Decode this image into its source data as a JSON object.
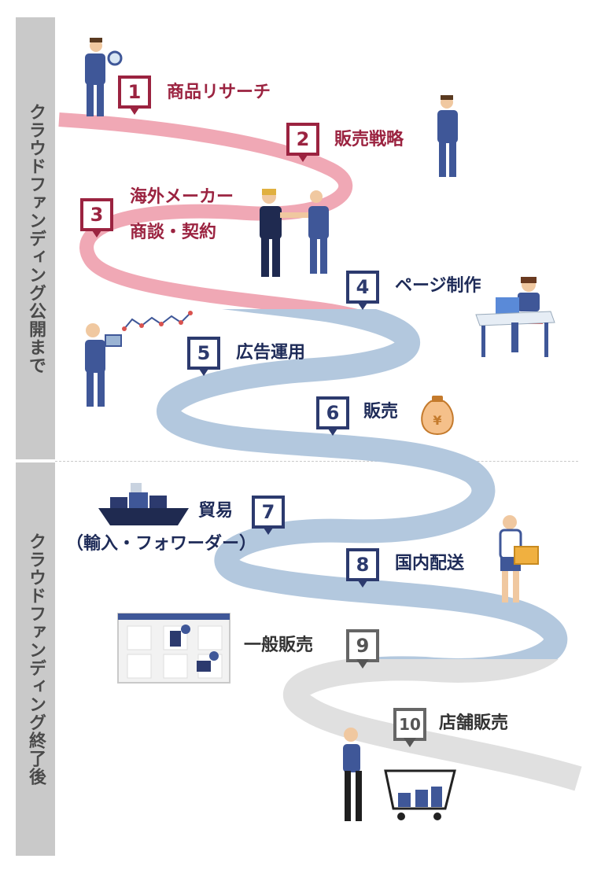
{
  "phases": [
    {
      "label": "クラウドファンディング公開まで"
    },
    {
      "label": "クラウドファンディング終了後"
    }
  ],
  "steps": [
    {
      "num": "1",
      "label": "商品リサーチ"
    },
    {
      "num": "2",
      "label": "販売戦略"
    },
    {
      "num": "3",
      "label": "海外メーカー",
      "label2": "商談・契約"
    },
    {
      "num": "4",
      "label": "ページ制作"
    },
    {
      "num": "5",
      "label": "広告運用"
    },
    {
      "num": "6",
      "label": "販売"
    },
    {
      "num": "7",
      "label": "貿易",
      "label2": "（輸入・フォワーダー）"
    },
    {
      "num": "8",
      "label": "国内配送"
    },
    {
      "num": "9",
      "label": "一般販売"
    },
    {
      "num": "10",
      "label": "店舗販売"
    }
  ],
  "icons": {
    "money_bag_symbol": "¥"
  },
  "colors": {
    "red": "#9b2340",
    "pink_road": "#f0a8b5",
    "blue": "#2c3a6e",
    "blue_road": "#b3c8de",
    "gray_road": "#e0e0e0",
    "phase_bar": "#c9c9c9"
  }
}
